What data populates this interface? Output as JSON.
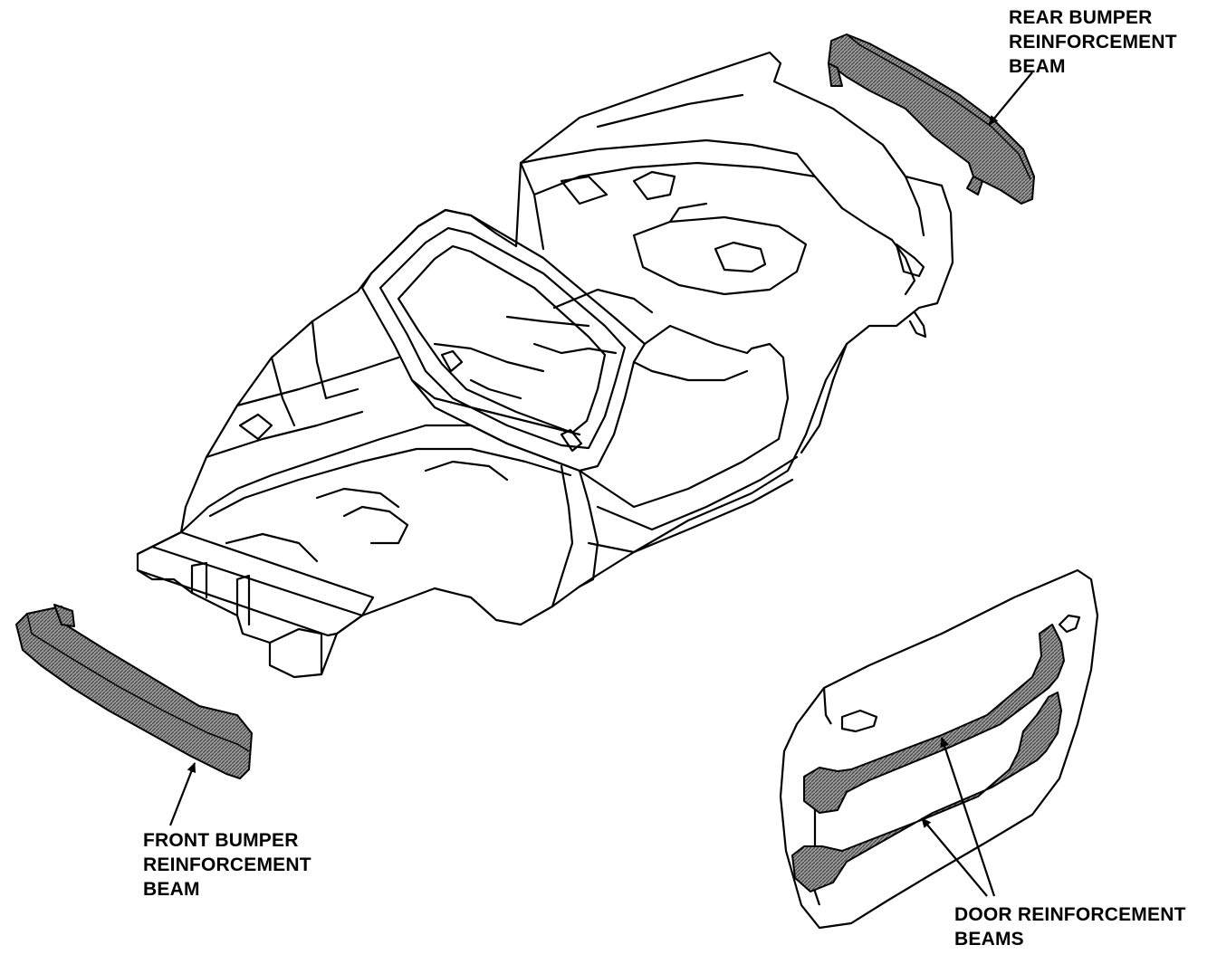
{
  "labels": {
    "rear_bumper": [
      "REAR BUMPER",
      "REINFORCEMENT",
      "BEAM"
    ],
    "front_bumper": [
      "FRONT BUMPER",
      "REINFORCEMENT",
      "BEAM"
    ],
    "door_beams": [
      "DOOR REINFORCEMENT",
      "BEAMS"
    ]
  },
  "colors": {
    "line": "#000000",
    "highlight_fill": "#8a8a8a",
    "background": "#ffffff"
  }
}
